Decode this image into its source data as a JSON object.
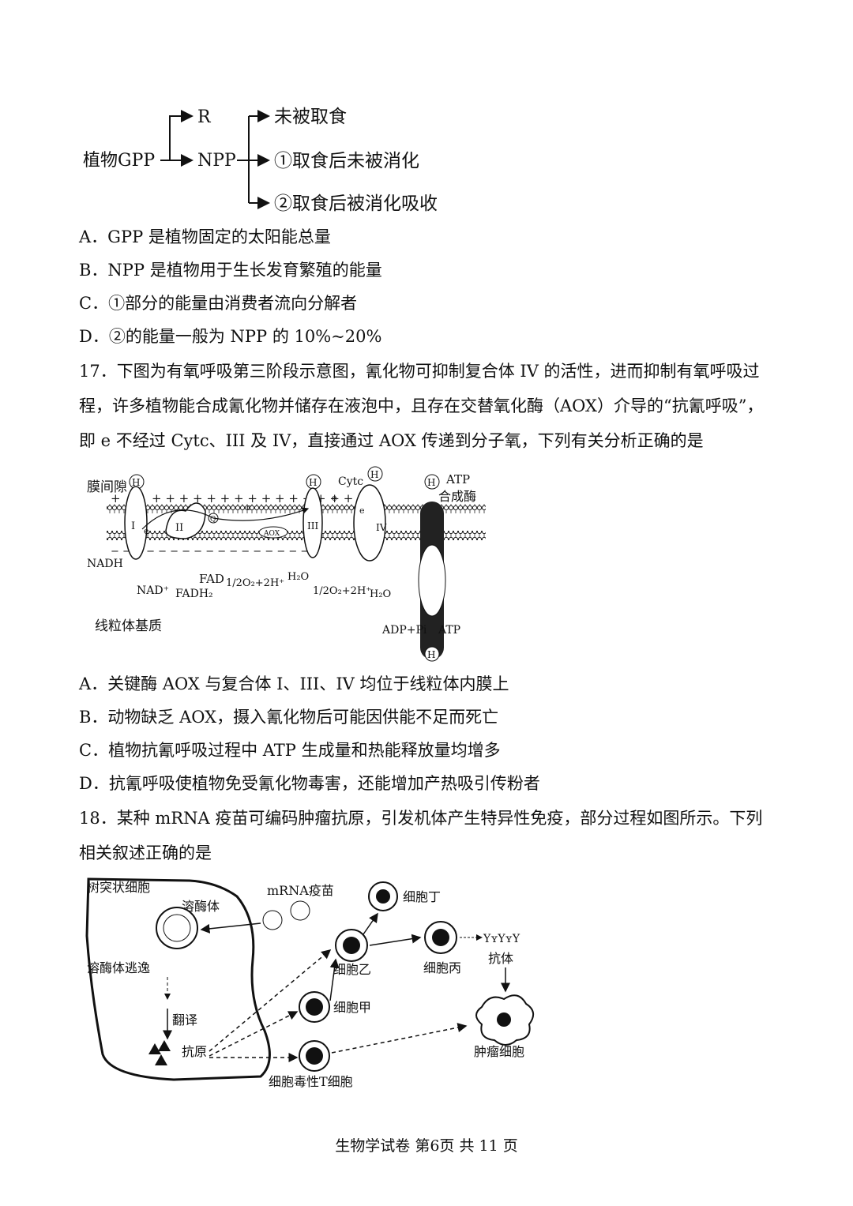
{
  "flow_diagram": {
    "start": "植物GPP",
    "r": "R",
    "npp": "NPP",
    "branch1": "未被取食",
    "branch2": "①取食后未被消化",
    "branch3": "②取食后被消化吸收"
  },
  "q16": {
    "options": [
      "A．GPP 是植物固定的太阳能总量",
      "B．NPP 是植物用于生长发育繁殖的能量",
      "C．①部分的能量由消费者流向分解者",
      "D．②的能量一般为 NPP 的 10%~20%"
    ]
  },
  "q17": {
    "stem": "17．下图为有氧呼吸第三阶段示意图，氰化物可抑制复合体 IV 的活性，进而抑制有氧呼吸过程，许多植物能合成氰化物并储存在液泡中，且存在交替氧化酶（AOX）介导的“抗氰呼吸”，即 e 不经过 Cytc、III 及 IV，直接通过 AOX 传递到分子氧，下列有关分析正确的是",
    "diagram": {
      "intermembrane": "膜间隙",
      "matrix": "线粒体基质",
      "h": "H",
      "plus": "+",
      "cytc": "Cytc",
      "atp_synthase_1": "ATP",
      "atp_synthase_2": "合成酶",
      "e": "e",
      "c1": "I",
      "c2": "II",
      "c3": "III",
      "c4": "IV",
      "q": "Q",
      "c": "c",
      "aox": "AOX",
      "nadh": "NADH",
      "nad": "NAD⁺",
      "fad": "FAD",
      "fadh2": "FADH₂",
      "o2_a": "1/2O₂+2H⁺",
      "h2o_a": "H₂O",
      "o2_b": "1/2O₂+2H⁺",
      "h2o_b": "H₂O",
      "adp": "ADP+Pi",
      "atp": "ATP"
    },
    "options": [
      "A．关键酶 AOX 与复合体 I、III、IV 均位于线粒体内膜上",
      "B．动物缺乏 AOX，摄入氰化物后可能因供能不足而死亡",
      "C．植物抗氰呼吸过程中 ATP 生成量和热能释放量均增多",
      "D．抗氰呼吸使植物免受氰化物毒害，还能增加产热吸引传粉者"
    ]
  },
  "q18": {
    "stem": "18．某种 mRNA 疫苗可编码肿瘤抗原，引发机体产生特异性免疫，部分过程如图所示。下列相关叙述正确的是",
    "diagram": {
      "dendritic": "树突状细胞",
      "lysosome": "溶酶体",
      "mrna": "mRNA疫苗",
      "escape": "溶酶体逃逸",
      "translate": "翻译",
      "antigen": "抗原",
      "cell_ding": "细胞丁",
      "cell_yi": "细胞乙",
      "cell_bing": "细胞丙",
      "cell_jia": "细胞甲",
      "antibody": "抗体",
      "ctl": "细胞毒性T细胞",
      "tumor": "肿瘤细胞"
    }
  },
  "footer": "生物学试卷 第6页 共 11 页"
}
